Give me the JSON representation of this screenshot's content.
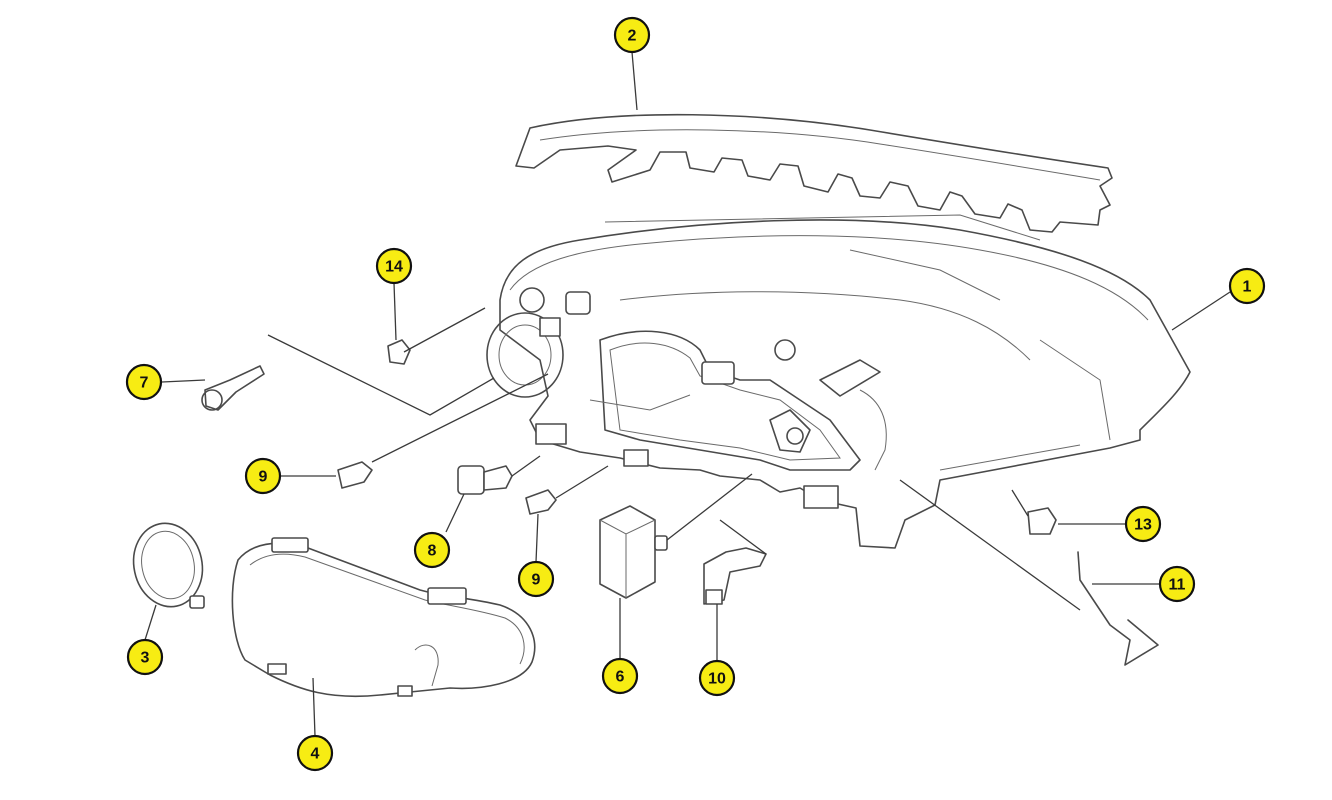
{
  "colors": {
    "callout_fill": "#f7ec13",
    "callout_stroke": "#111111",
    "line": "#4a4a4a"
  },
  "callouts": [
    {
      "id": "c1",
      "label": "1"
    },
    {
      "id": "c2",
      "label": "2"
    },
    {
      "id": "c3",
      "label": "3"
    },
    {
      "id": "c4",
      "label": "4"
    },
    {
      "id": "c6",
      "label": "6"
    },
    {
      "id": "c7",
      "label": "7"
    },
    {
      "id": "c8",
      "label": "8"
    },
    {
      "id": "c9a",
      "label": "9"
    },
    {
      "id": "c9b",
      "label": "9"
    },
    {
      "id": "c10",
      "label": "10"
    },
    {
      "id": "c11",
      "label": "11"
    },
    {
      "id": "c13",
      "label": "13"
    },
    {
      "id": "c14",
      "label": "14"
    }
  ]
}
